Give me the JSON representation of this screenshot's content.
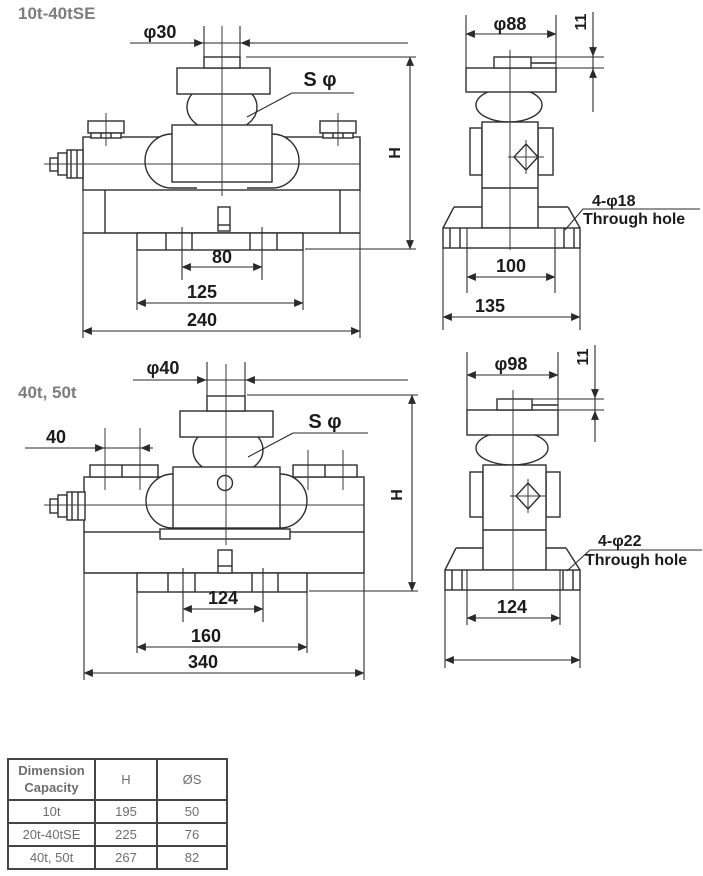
{
  "colors": {
    "background": "#ffffff",
    "line": "#2e2e2e",
    "dim_text": "#1b1b1b",
    "title_text": "#7d7d7d",
    "table_border": "#454545",
    "table_text": "#6e6e6e"
  },
  "sections": {
    "top": {
      "title": "10t-40tSE",
      "front": {
        "top_diameter": "φ30",
        "sphere_label": "S φ",
        "bolt_spacing": "80",
        "plate_width": "125",
        "overall_width": "240",
        "height_label": "H"
      },
      "side": {
        "top_diameter": "φ88",
        "tab_height": "11",
        "holes_label": "4-φ18",
        "holes_note": "Through hole",
        "hole_spacing": "100",
        "base_width": "135"
      }
    },
    "bottom": {
      "title": "40t, 50t",
      "front": {
        "top_diameter": "φ40",
        "bolt_offset": "40",
        "sphere_label": "S φ",
        "bolt_spacing": "124",
        "plate_width": "160",
        "overall_width": "340",
        "height_label": "H"
      },
      "side": {
        "top_diameter": "φ98",
        "tab_height": "11",
        "holes_label": "4-φ22",
        "holes_note": "Through hole",
        "hole_spacing": "124"
      }
    }
  },
  "table": {
    "header": {
      "col1_line1": "Dimension",
      "col1_line2": "Capacity",
      "col2": "H",
      "col3": "ØS"
    },
    "rows": [
      {
        "capacity": "10t",
        "h": "195",
        "s": "50"
      },
      {
        "capacity": "20t-40tSE",
        "h": "225",
        "s": "76"
      },
      {
        "capacity": "40t, 50t",
        "h": "267",
        "s": "82"
      }
    ]
  }
}
